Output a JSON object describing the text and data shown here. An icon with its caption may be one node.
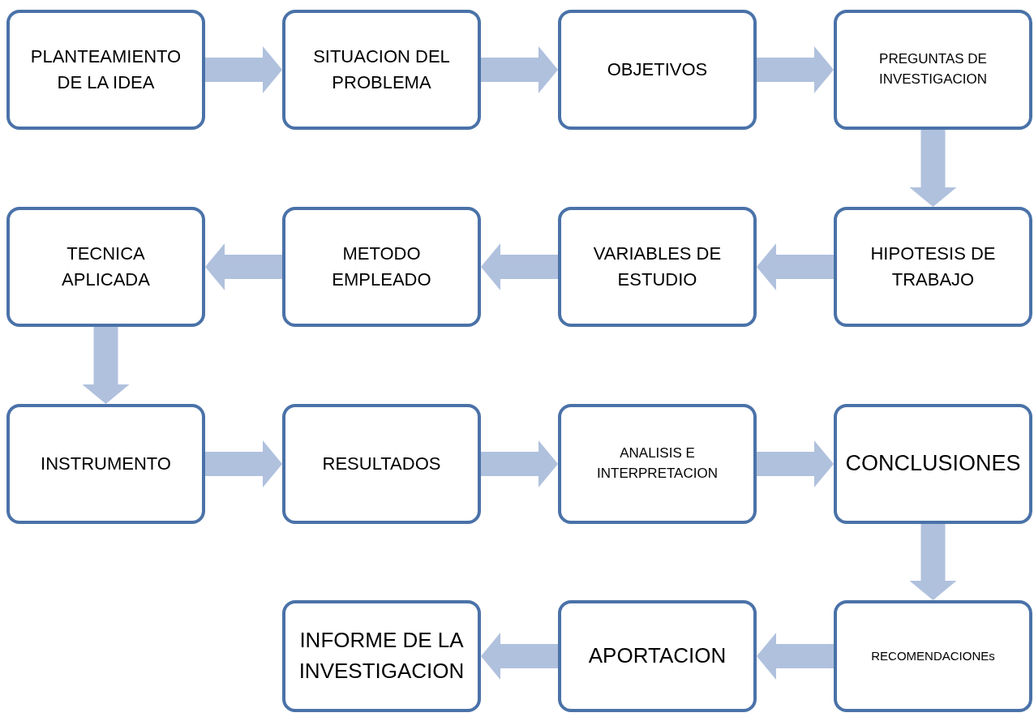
{
  "diagram": {
    "nodes": [
      {
        "text": [
          "PLANTEAMIENTO DE LA IDEA"
        ]
      },
      {
        "text": [
          "SITUACION DEL PROBLEMA"
        ]
      },
      {
        "text": [
          "OBJETIVOS"
        ]
      },
      {
        "text": [
          "PREGUNTAS DE INVESTIGACION"
        ]
      },
      {
        "text": [
          "TECNICA APLICADA"
        ]
      },
      {
        "text": [
          "METODO EMPLEADO"
        ]
      },
      {
        "text": [
          "VARIABLES DE ESTUDIO"
        ]
      },
      {
        "text": [
          "HIPOTESIS DE TRABAJO"
        ]
      },
      {
        "text": [
          "INSTRUMENTO"
        ]
      },
      {
        "text": [
          "RESULTADOS"
        ]
      },
      {
        "text": [
          "ANALISIS E INTERPRETACION"
        ]
      },
      {
        "text": [
          "CONCLUSIONES"
        ]
      },
      {
        "text": [
          "INFORME DE LA INVESTIGACION"
        ]
      },
      {
        "text": [
          "APORTACION"
        ]
      },
      {
        "text": [
          "RECOMENDACIONEs"
        ]
      }
    ],
    "edges": [
      {
        "from": 0,
        "to": 1,
        "arrow": "to"
      },
      {
        "from": 1,
        "to": 2,
        "arrow": "to"
      },
      {
        "from": 2,
        "to": 3,
        "arrow": "to"
      },
      {
        "from": 3,
        "to": 7,
        "arrow": "to"
      },
      {
        "from": 7,
        "to": 6,
        "arrow": "to"
      },
      {
        "from": 6,
        "to": 5,
        "arrow": "to"
      },
      {
        "from": 5,
        "to": 4,
        "arrow": "to"
      },
      {
        "from": 4,
        "to": 8,
        "arrow": "to"
      },
      {
        "from": 8,
        "to": 9,
        "arrow": "to"
      },
      {
        "from": 9,
        "to": 10,
        "arrow": "to"
      },
      {
        "from": 10,
        "to": 11,
        "arrow": "to"
      },
      {
        "from": 11,
        "to": 14,
        "arrow": "to"
      },
      {
        "from": 14,
        "to": 13,
        "arrow": "to"
      },
      {
        "from": 13,
        "to": 12,
        "arrow": "to"
      }
    ]
  }
}
